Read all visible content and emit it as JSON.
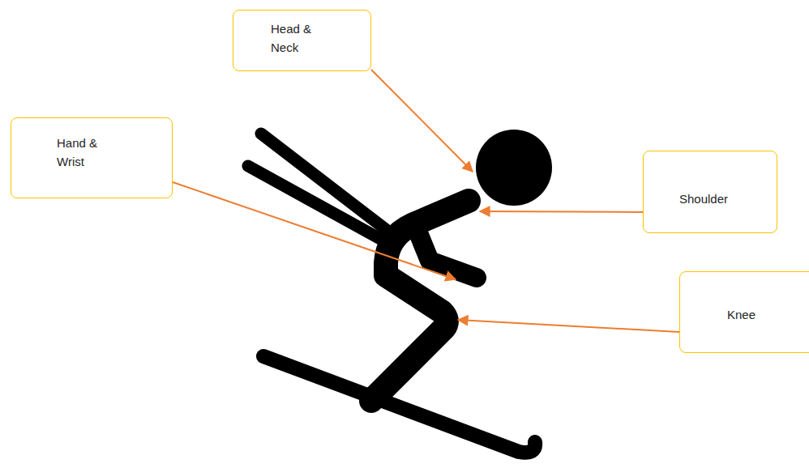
{
  "diagram": {
    "nodes": [
      {
        "text": [
          "Head & Neck"
        ]
      },
      {
        "text": [
          "Hand & Wrist"
        ]
      },
      {
        "text": [
          "Shoulder"
        ]
      },
      {
        "text": [
          "Knee"
        ]
      }
    ]
  }
}
